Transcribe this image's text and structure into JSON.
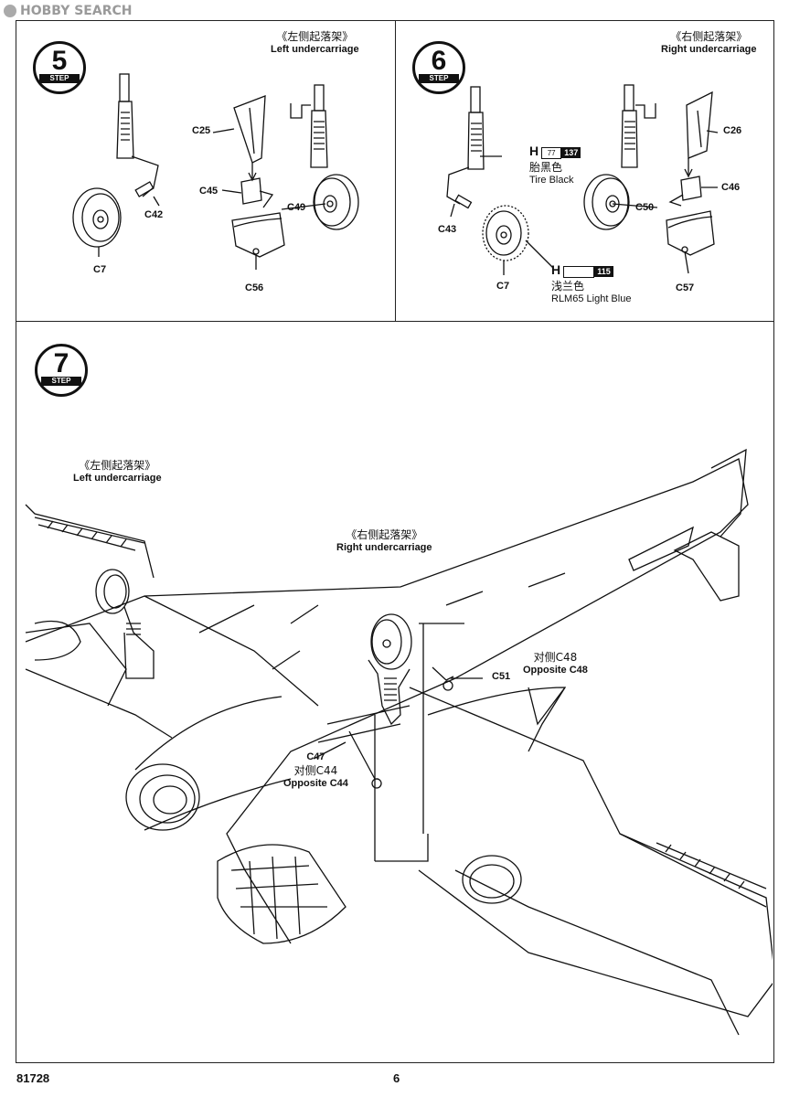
{
  "watermark": "HOBBY SEARCH",
  "step5": {
    "number": "5",
    "label": "STEP",
    "title_cn": "《左侧起落架》",
    "title_en": "Left undercarriage",
    "parts": [
      "C25",
      "C45",
      "C49",
      "C42",
      "C7",
      "C56"
    ]
  },
  "step6": {
    "number": "6",
    "label": "STEP",
    "title_cn": "《右侧起落架》",
    "title_en": "Right undercarriage",
    "parts": [
      "C26",
      "C46",
      "C50",
      "C43",
      "C7",
      "C57"
    ],
    "paint1": {
      "h": "H",
      "swatch": "77",
      "code": "137",
      "cn": "胎黑色",
      "en": "Tire Black"
    },
    "paint2": {
      "h": "H",
      "swatch": "",
      "code": "115",
      "cn": "浅兰色",
      "en": "RLM65 Light Blue"
    }
  },
  "step7": {
    "number": "7",
    "label": "STEP",
    "left_cn": "《左侧起落架》",
    "left_en": "Left undercarriage",
    "right_cn": "《右侧起落架》",
    "right_en": "Right undercarriage",
    "c48_cn": "对侧C48",
    "c48_en": "Opposite C48",
    "c51": "C51",
    "c47": "C47",
    "c44_cn": "对侧C44",
    "c44_en": "Opposite C44"
  },
  "footer": {
    "code": "81728",
    "page": "6"
  }
}
